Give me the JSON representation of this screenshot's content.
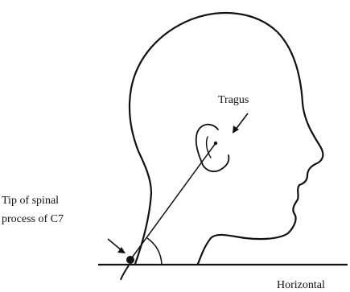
{
  "figure": {
    "labels": {
      "tragus": "Tragus",
      "c7_line1": "Tip of spinal",
      "c7_line2": "process of C7",
      "horizontal": "Horizontal"
    },
    "colors": {
      "ink": "#111111",
      "background": "#ffffff"
    }
  }
}
